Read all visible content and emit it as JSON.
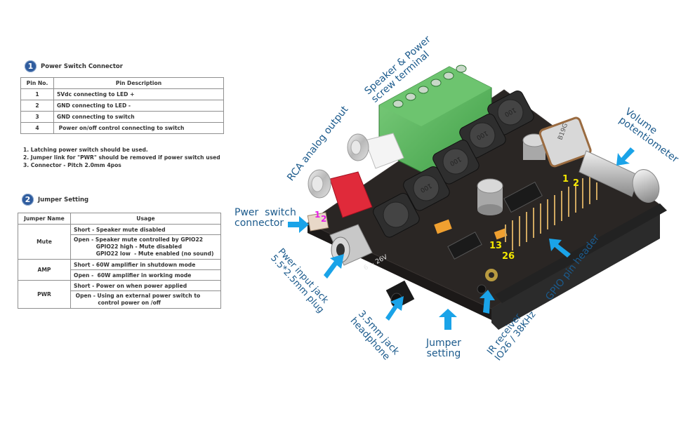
{
  "section1": {
    "number": "1",
    "title": "Power Switch Connector",
    "table": {
      "headers": [
        "Pin No.",
        "Pin Description"
      ],
      "rows": [
        {
          "pin": "1",
          "desc": "5Vdc connecting to LED +"
        },
        {
          "pin": "2",
          "desc": "GND connecting to LED -"
        },
        {
          "pin": "3",
          "desc": "GND connecting to switch"
        },
        {
          "pin": "4",
          "desc": " Power on/off control connecting to switch"
        }
      ]
    },
    "notes": [
      "1. Latching power switch should be used.",
      "2. Jumper link for \"PWR\" should be removed if power switch used",
      "3. Connector - Pitch 2.0mm 4pos"
    ]
  },
  "section2": {
    "number": "2",
    "title": "Jumper Setting",
    "table": {
      "headers": [
        "Jumper Name",
        "Usage"
      ],
      "groups": [
        {
          "name": "Mute",
          "usage": [
            "Short - Speaker mute disabled",
            "Open - Speaker mute controlled by GPIO22\n            GPIO22 high - Mute disabled\n            GPIO22 low  - Mute enabled (no sound)"
          ]
        },
        {
          "name": "AMP",
          "usage": [
            "Short - 60W amplifier in shutdown mode",
            "Open -  60W amplifier in working mode"
          ]
        },
        {
          "name": "PWR",
          "usage": [
            "Short - Power on when power applied",
            " Open - Using an external power switch to\n             control power on /off"
          ]
        }
      ]
    }
  },
  "board": {
    "labels": {
      "speaker_terminal": "Speaker & Power\nscrew terminal",
      "rca": "RCA analog output",
      "volume": "Volume\npotentiometer",
      "power_switch": "Pwer  switch\nconnector",
      "power_jack": "Pwer input jack\n5.5*2.5mm plug",
      "headphone": "3.5mm jack\nheadphone",
      "jumper": "Jumper\nsetting",
      "ir": "IR receiver\nIO26 / 38KHz",
      "gpio": "GPIO pin header"
    },
    "pin_marks": {
      "switch_pin1": "1",
      "switch_pin2": "2",
      "pot_pin1": "1",
      "pot_pin2": "2",
      "gpio_13": "13",
      "gpio_26": "26"
    },
    "silkscreen": {
      "voltage": "6 ~ 26V",
      "inductor": "100",
      "pot_code": "B19G"
    },
    "colors": {
      "label_text": "#1b5a8c",
      "arrow": "#1aa3e8",
      "pin_magenta": "#e61ee6",
      "pin_yellow": "#f2e600",
      "terminal_green": "#4fb456",
      "pcb": "#2a2624"
    }
  }
}
